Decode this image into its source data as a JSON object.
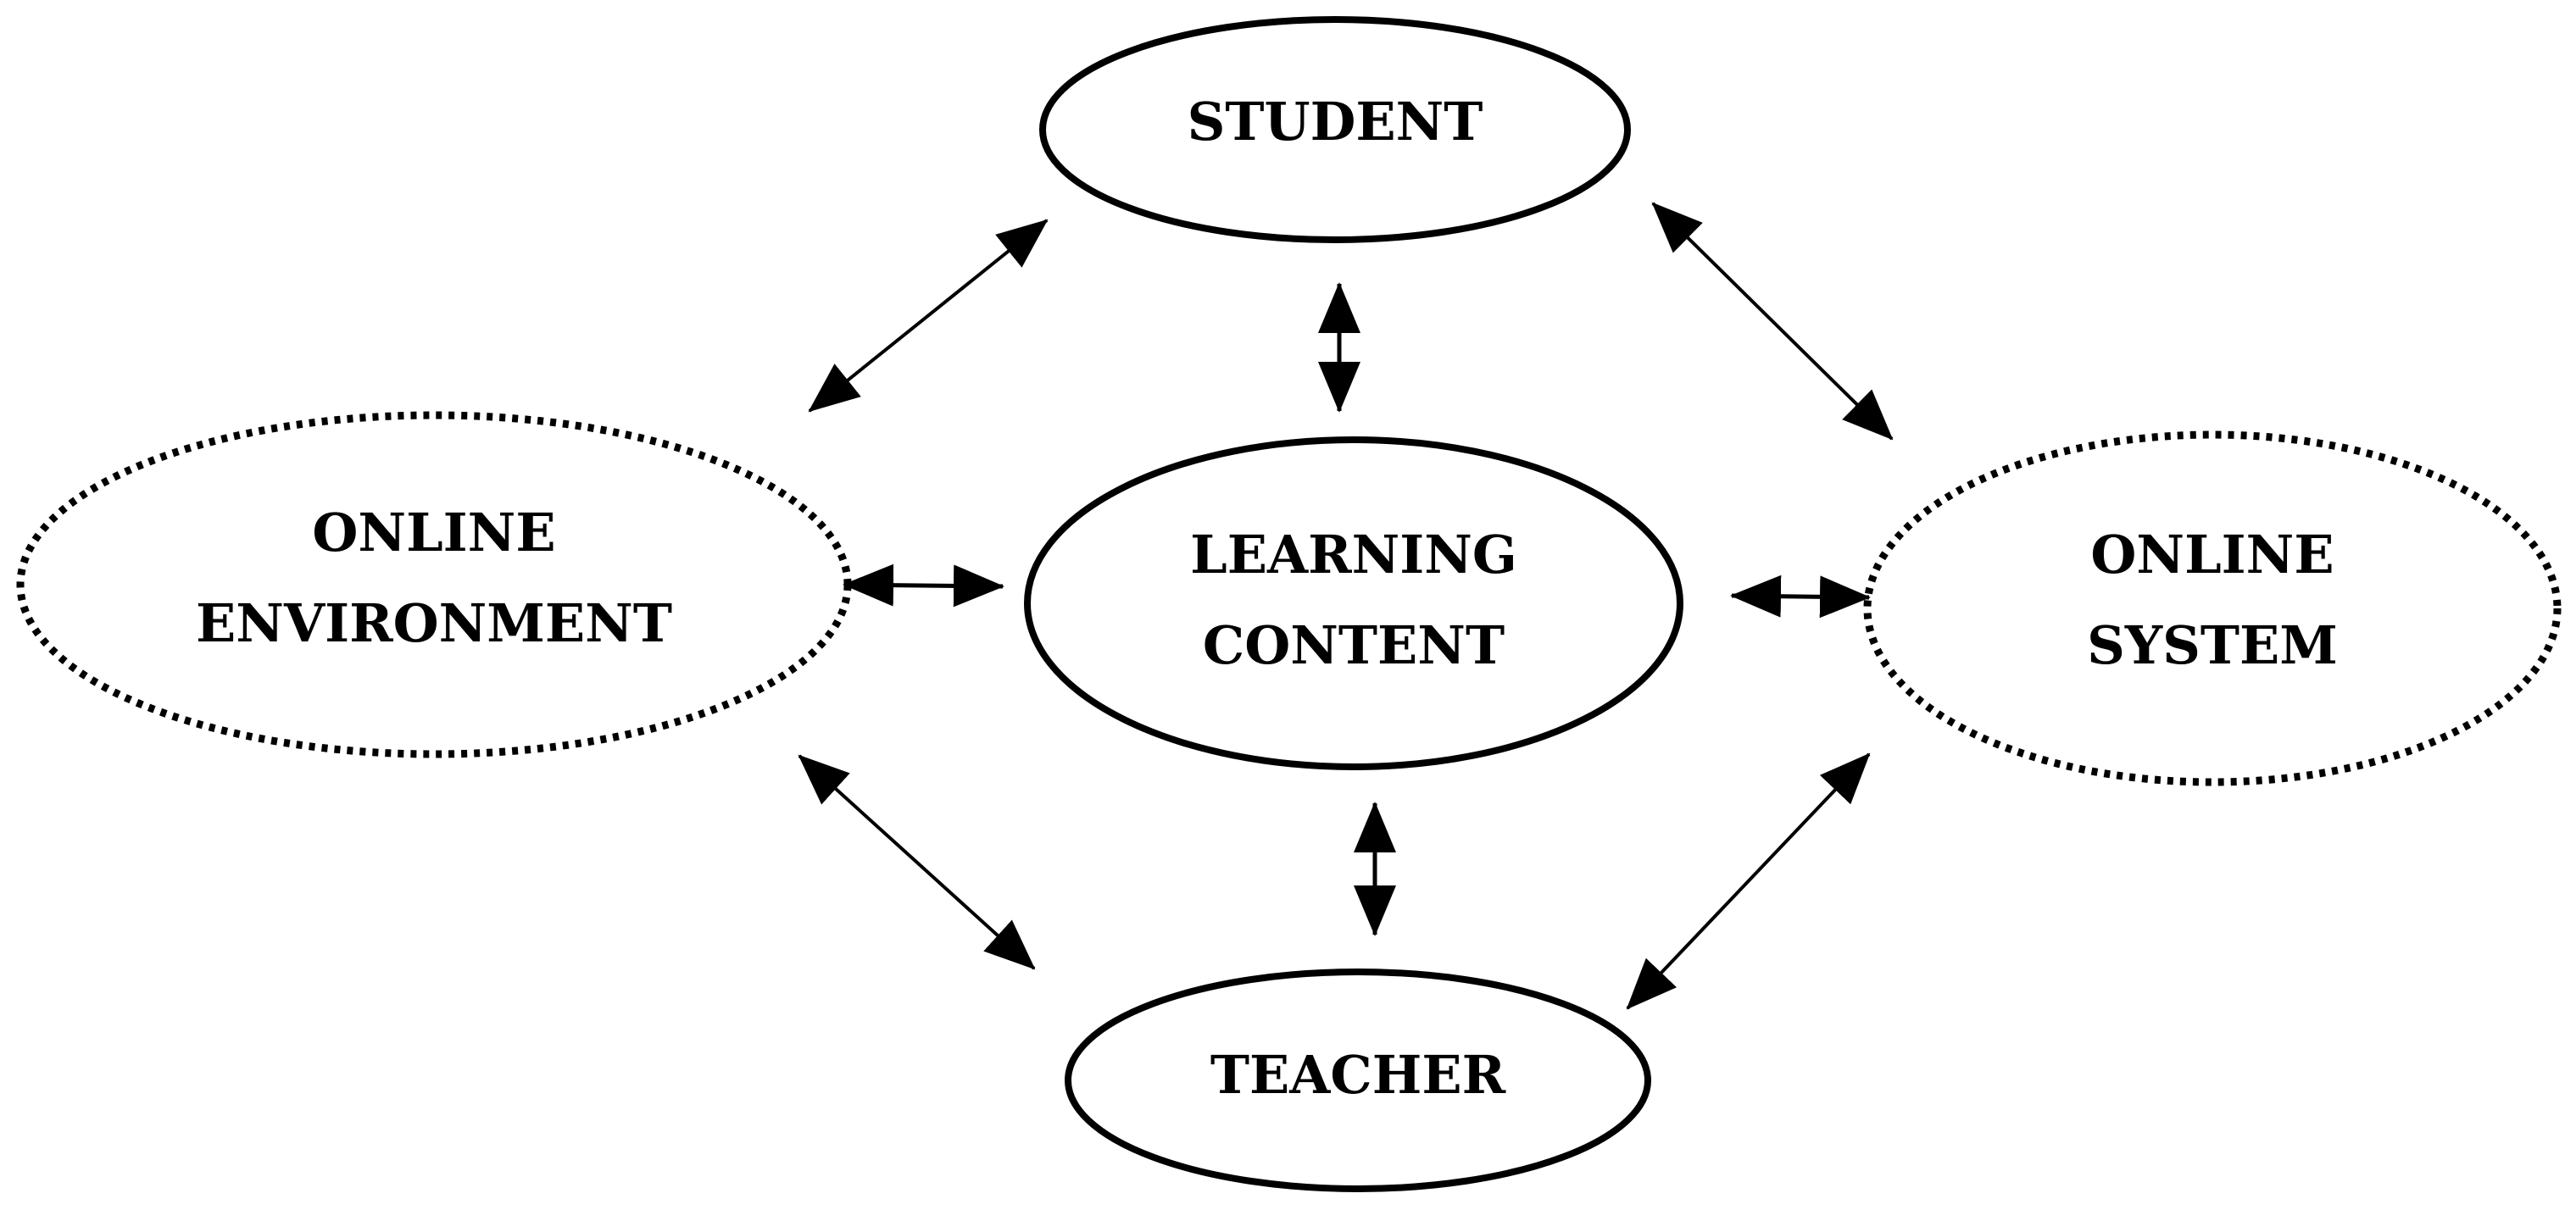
{
  "nodes": {
    "student": {
      "label": "STUDENT"
    },
    "teacher": {
      "label": "TEACHER"
    },
    "learning_content": {
      "line1": "LEARNING",
      "line2": "CONTENT"
    },
    "online_environment": {
      "line1": "ONLINE",
      "line2": "ENVIRONMENT"
    },
    "online_system": {
      "line1": "ONLINE",
      "line2": "SYSTEM"
    }
  },
  "styles": {
    "online_environment": "dotted",
    "online_system": "dotted",
    "student": "solid",
    "teacher": "solid",
    "learning_content": "solid"
  },
  "connections": [
    {
      "from": "student",
      "to": "online_environment",
      "type": "bidirectional"
    },
    {
      "from": "student",
      "to": "online_system",
      "type": "bidirectional"
    },
    {
      "from": "student",
      "to": "learning_content",
      "type": "bidirectional"
    },
    {
      "from": "online_environment",
      "to": "learning_content",
      "type": "bidirectional"
    },
    {
      "from": "learning_content",
      "to": "online_system",
      "type": "bidirectional"
    },
    {
      "from": "learning_content",
      "to": "teacher",
      "type": "bidirectional"
    },
    {
      "from": "online_environment",
      "to": "teacher",
      "type": "bidirectional"
    },
    {
      "from": "online_system",
      "to": "teacher",
      "type": "bidirectional"
    }
  ],
  "colors": {
    "stroke": "#000000",
    "text": "#000000",
    "background": "#ffffff"
  }
}
